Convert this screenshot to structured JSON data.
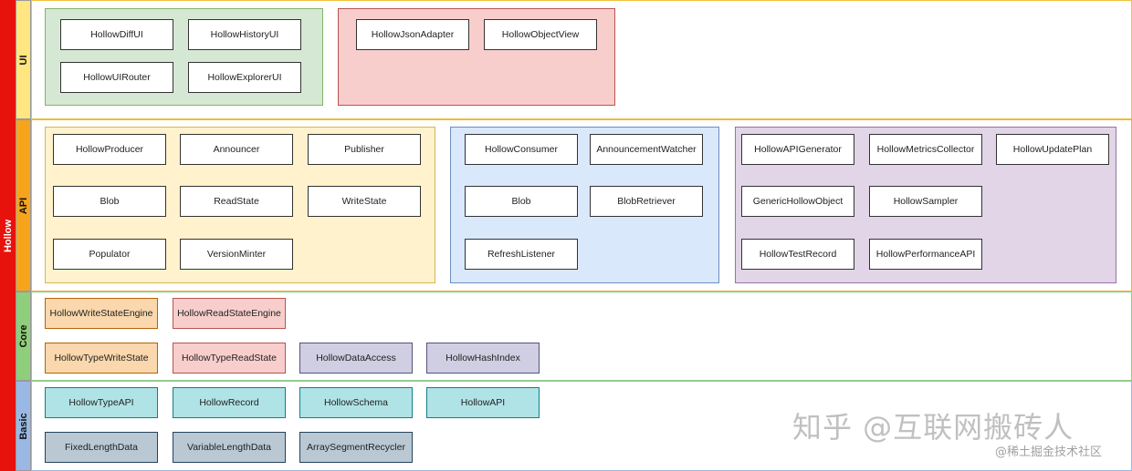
{
  "side_label": "Hollow",
  "layers": {
    "ui": "UI",
    "api": "API",
    "core": "Core",
    "basic": "Basic"
  },
  "ui": {
    "group_green": [
      "HollowDiffUI",
      "HollowHistoryUI",
      "HollowUIRouter",
      "HollowExplorerUI"
    ],
    "group_pink": [
      "HollowJsonAdapter",
      "HollowObjectView"
    ]
  },
  "api": {
    "producer_group": [
      "HollowProducer",
      "Announcer",
      "Publisher",
      "Blob",
      "ReadState",
      "WriteState",
      "Populator",
      "VersionMinter"
    ],
    "consumer_group": [
      "HollowConsumer",
      "AnnouncementWatcher",
      "Blob",
      "BlobRetriever",
      "RefreshListener"
    ],
    "tools_group": [
      "HollowAPIGenerator",
      "HollowMetricsCollector",
      "HollowUpdatePlan",
      "GenericHollowObject",
      "HollowSampler",
      "HollowTestRecord",
      "HollowPerformanceAPI"
    ]
  },
  "core": {
    "row1": [
      "HollowWriteStateEngine",
      "HollowReadStateEngine"
    ],
    "row2": [
      "HollowTypeWriteState",
      "HollowTypeReadState",
      "HollowDataAccess",
      "HollowHashIndex"
    ]
  },
  "basic": {
    "row1": [
      "HollowTypeAPI",
      "HollowRecord",
      "HollowSchema",
      "HollowAPI"
    ],
    "row2": [
      "FixedLengthData",
      "VariableLengthData",
      "ArraySegmentRecycler"
    ]
  },
  "watermark": {
    "main": "知乎 @互联网搬砖人",
    "sub": "@稀土掘金技术社区"
  },
  "colors": {
    "hollow_bar": "#e8120c",
    "ui_band": "#ffe680",
    "api_band": "#f7a41d",
    "core_band": "#8fce7a",
    "basic_band": "#9ab8e4",
    "green_group": "#d5e8d4",
    "pink_group": "#f8cecc",
    "yellow_group": "#fff2cc",
    "blue_group": "#dae8fc",
    "purple_group": "#e1d5e7",
    "orange_chip": "#fad7ac",
    "pink_chip": "#f8cecc",
    "lavender_chip": "#d0cee2",
    "teal_chip": "#b0e3e6",
    "slate_chip": "#bac8d3"
  }
}
